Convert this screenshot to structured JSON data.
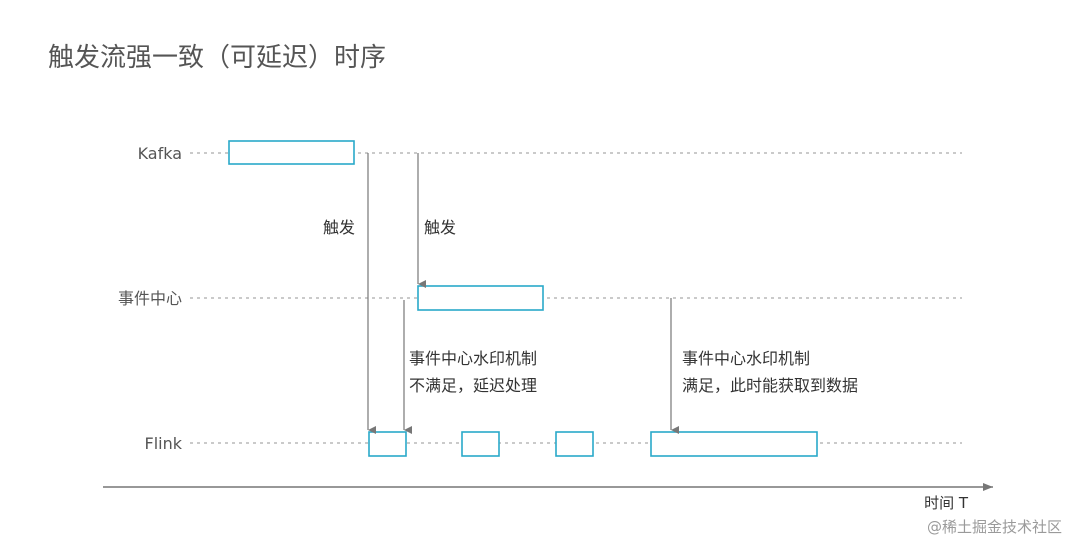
{
  "title": "触发流强一致（可延迟）时序",
  "lanes": {
    "kafka": "Kafka",
    "event_center": "事件中心",
    "flink": "Flink"
  },
  "arrows": {
    "trigger_1": "触发",
    "trigger_2": "触发"
  },
  "notes": {
    "not_satisfied_line1": "事件中心水印机制",
    "not_satisfied_line2": "不满足，延迟处理",
    "satisfied_line1": "事件中心水印机制",
    "satisfied_line2": "满足，此时能获取到数据"
  },
  "axis": {
    "label": "时间 T"
  },
  "watermark": "@稀土掘金技术社区",
  "colors": {
    "box_stroke": "#29a9c9",
    "dotted_line": "#aaaaaa",
    "arrow": "#777777",
    "axis": "#777777"
  }
}
